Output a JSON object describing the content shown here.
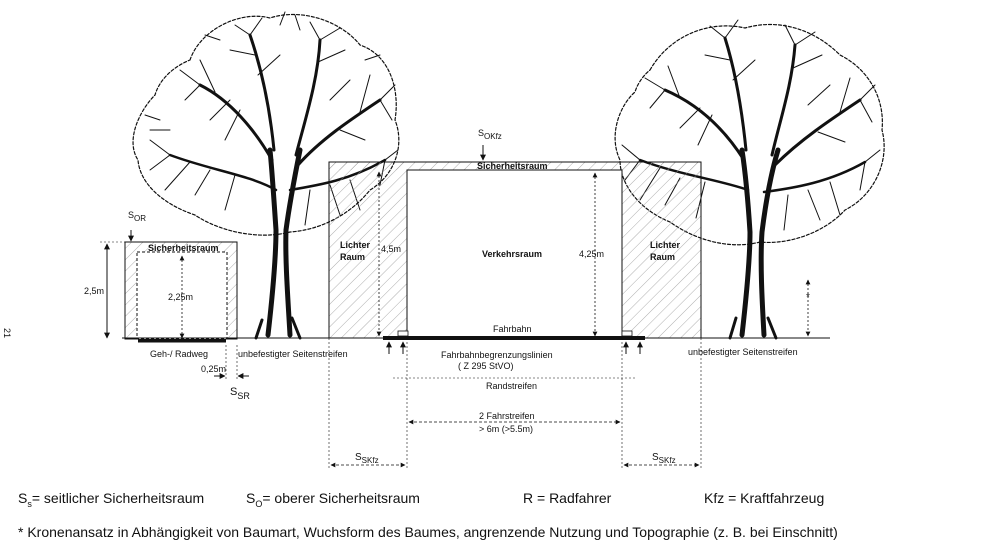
{
  "labels": {
    "s_or": "S",
    "s_or_sub": "OR",
    "s_okfz": "S",
    "s_okfz_sub": "OKfz",
    "sicherheitsraum_left": "Sicherheitsraum",
    "sicherheitsraum_top": "Sicherheitsraum",
    "h_2_5": "2,5m",
    "h_2_25": "2,25m",
    "h_4_5": "4,5m",
    "h_4_25": "4,25m",
    "lichter_raum_l1": "Lichter",
    "lichter_raum_l2": "Raum",
    "lichter_raum_r1": "Lichter",
    "lichter_raum_r2": "Raum",
    "verkehrsraum": "Verkehrsraum",
    "fahrbahn": "Fahrbahn",
    "geh_radweg": "Geh-/ Radweg",
    "dim_0_25": "0,25m",
    "s_sr": "S",
    "s_sr_sub": "SR",
    "seitenstreifen_left": "unbefestigter Seitenstreifen",
    "seitenstreifen_right": "unbefestigter Seitenstreifen",
    "fahrbahnbegrenzung": "Fahrbahnbegrenzungslinien",
    "z295": "( Z 295 StVO)",
    "randstreifen": "Randstreifen",
    "fahrstreifen_1": "2 Fahrstreifen",
    "fahrstreifen_2": "> 6m (>5.5m)",
    "s_skfz_l": "S",
    "s_skfz_l_sub": "SKfz",
    "s_skfz_r": "S",
    "s_skfz_r_sub": "SKfz",
    "asterisk": "*",
    "page_num": "21"
  },
  "legend": {
    "item1_sym": "S",
    "item1_sub": "s",
    "item1_text": "= seitlicher Sicherheitsraum",
    "item2_sym": "S",
    "item2_sub": "O",
    "item2_text": "= oberer Sicherheitsraum",
    "item3": "R = Radfahrer",
    "item4": "Kfz = Kraftfahrzeug"
  },
  "footnote": "* Kronenansatz in Abhängigkeit von Baumart, Wuchsform des Baumes, angrenzende Nutzung und Topographie (z. B. bei Einschnitt)"
}
